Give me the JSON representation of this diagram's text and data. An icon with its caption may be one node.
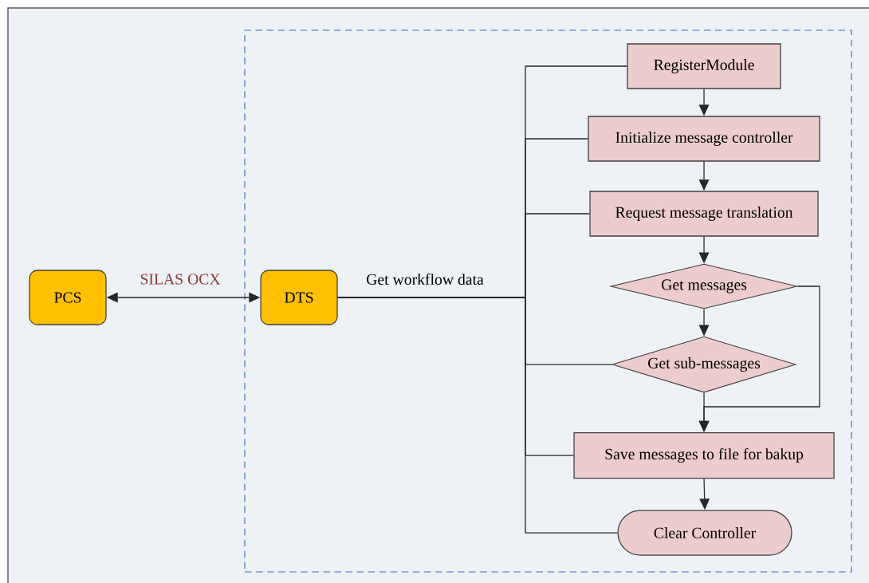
{
  "diagram": {
    "nodes": [
      {
        "text": [],
        "shape": "box"
      },
      {
        "text": [
          "PCS"
        ]
      },
      {
        "text": [
          "DTS"
        ],
        "in": 0
      },
      {
        "text": [
          "RegisterModule"
        ],
        "in": 0
      },
      {
        "text": [
          "Initialize message controller"
        ],
        "in": 0
      },
      {
        "text": [
          "Request message translation"
        ],
        "in": 0
      },
      {
        "text": [
          "Get messages"
        ],
        "in": 0
      },
      {
        "text": [
          "Get sub-messages"
        ],
        "in": 0
      },
      {
        "text": [
          "Save messages to file for bakup"
        ],
        "in": 0
      },
      {
        "text": [
          "Clear Controller"
        ],
        "in": 0
      }
    ],
    "edges": [
      {
        "from": 1,
        "to": 2,
        "arrow": "both",
        "label": "SILAS OCX"
      },
      {
        "from": 2,
        "to": 3,
        "arrow": "none",
        "label": "Get workflow data"
      },
      {
        "from": 2,
        "to": 4,
        "arrow": "none"
      },
      {
        "from": 2,
        "to": 5,
        "arrow": "none"
      },
      {
        "from": 2,
        "to": 7,
        "arrow": "none"
      },
      {
        "from": 2,
        "to": 8,
        "arrow": "none"
      },
      {
        "from": 2,
        "to": 9,
        "arrow": "none"
      },
      {
        "from": 3,
        "to": 4,
        "arrow": "to"
      },
      {
        "from": 4,
        "to": 5,
        "arrow": "to"
      },
      {
        "from": 5,
        "to": 6,
        "arrow": "to"
      },
      {
        "from": 6,
        "to": 7,
        "arrow": "to"
      },
      {
        "from": 7,
        "to": 8,
        "arrow": "to"
      },
      {
        "from": 6,
        "to": 8,
        "arrow": "to"
      },
      {
        "from": 8,
        "to": 9,
        "arrow": "to"
      }
    ]
  }
}
